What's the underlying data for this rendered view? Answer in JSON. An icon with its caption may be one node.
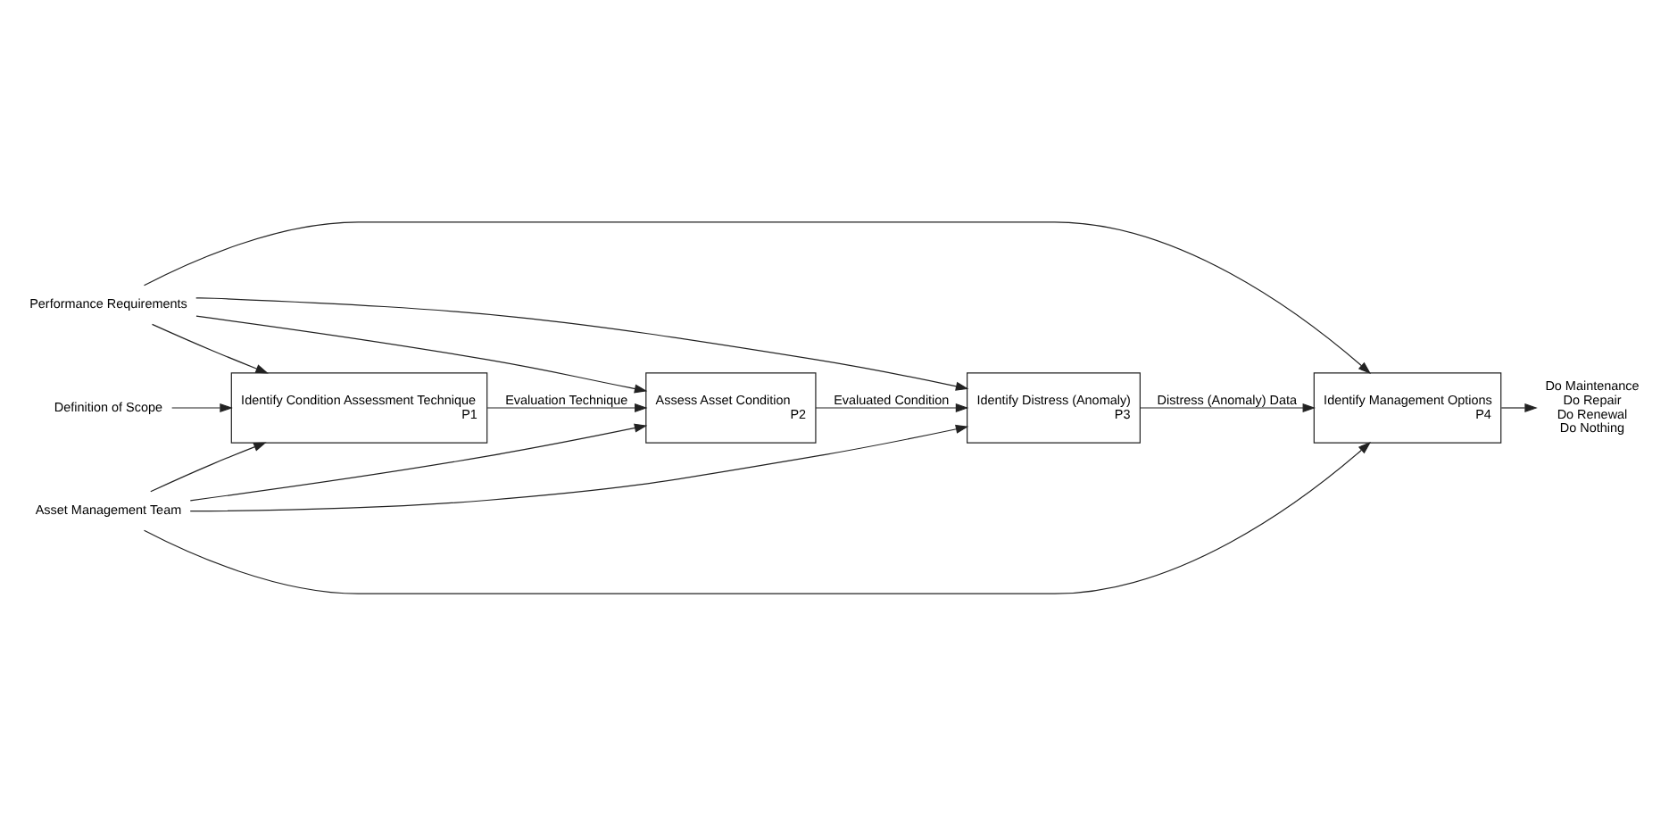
{
  "diagram": {
    "nodes": [
      {
        "text": [
          "Performance Requirements"
        ]
      },
      {
        "text": [
          "Definition of Scope"
        ]
      },
      {
        "text": [
          "Identify Condition Assessment Technique",
          "P1"
        ]
      },
      {
        "text": [
          "Assess Asset Condition",
          "P2"
        ]
      },
      {
        "text": [
          "Identify Distress (Anomaly)",
          "P3"
        ]
      },
      {
        "text": [
          "Identify Management Options",
          "P4"
        ]
      },
      {
        "text": [
          "Do Maintenance",
          "Do Repair",
          "Do Renewal",
          "Do Nothing"
        ]
      },
      {
        "text": [
          "Asset Management Team"
        ]
      }
    ],
    "edges": [
      {
        "from": 1,
        "to": 2,
        "arrow": "to"
      },
      {
        "from": 0,
        "to": 2,
        "arrow": "to"
      },
      {
        "from": 0,
        "to": 3,
        "arrow": "to"
      },
      {
        "from": 0,
        "to": 4,
        "arrow": "to"
      },
      {
        "from": 0,
        "to": 5,
        "arrow": "to"
      },
      {
        "from": 2,
        "to": 3,
        "arrow": "to",
        "label": "Evaluation Technique"
      },
      {
        "from": 3,
        "to": 4,
        "arrow": "to",
        "label": "Evaluated Condition"
      },
      {
        "from": 4,
        "to": 5,
        "arrow": "to",
        "label": "Distress (Anomaly) Data"
      },
      {
        "from": 5,
        "to": 6,
        "arrow": "to"
      },
      {
        "from": 7,
        "to": 2,
        "arrow": "to"
      },
      {
        "from": 7,
        "to": 3,
        "arrow": "to"
      },
      {
        "from": 7,
        "to": 4,
        "arrow": "to"
      },
      {
        "from": 7,
        "to": 5,
        "arrow": "to"
      }
    ]
  }
}
